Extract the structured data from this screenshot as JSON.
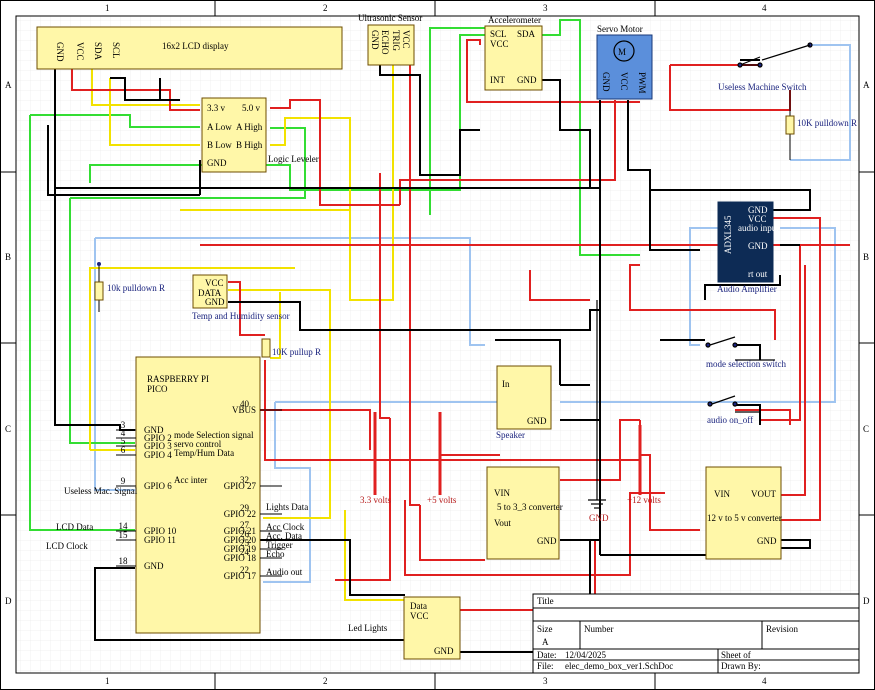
{
  "border": {
    "columns": [
      "1",
      "2",
      "3",
      "4"
    ],
    "rows": [
      "A",
      "B",
      "C",
      "D"
    ]
  },
  "lcd": {
    "title": "16x2 LCD display",
    "pins": [
      "GND",
      "VCC",
      "SDA",
      "SCL"
    ]
  },
  "ultrasonic": {
    "title": "Ultrasonic Sensor",
    "pins": [
      "GND",
      "ECHO",
      "TRIG",
      "VCC"
    ]
  },
  "accelerometer": {
    "title": "Accelerometer",
    "left_pins": [
      "SCL",
      "VCC",
      "INT"
    ],
    "right_pins": [
      "SDA",
      "GND"
    ]
  },
  "servo": {
    "title": "Servo Motor",
    "pins": [
      "GND",
      "VCC",
      "PWM"
    ],
    "symbol": "M"
  },
  "logic_leveler": {
    "title": "Logic Leveler",
    "rows": [
      [
        "3.3 v",
        "5.0 v"
      ],
      [
        "A Low",
        "A High"
      ],
      [
        "B Low",
        "B High"
      ],
      [
        "GND",
        ""
      ]
    ]
  },
  "temp_sensor": {
    "title": "Temp and Humidity sensor",
    "pins": [
      "VCC",
      "DATA",
      "GND"
    ]
  },
  "resistors": {
    "pulldown_left": "10k pulldown R",
    "pullup": "10K pullup R",
    "pulldown_right": "10K pulldown R"
  },
  "audio_amp": {
    "title": "Audio Amplifier",
    "chip": "ADXL345",
    "pins": [
      "GND",
      "VCC",
      "audio input",
      "GND",
      "rt out"
    ]
  },
  "switches": {
    "useless": "Useless Machine Switch",
    "mode": "mode selection switch",
    "audio": "audio on_off"
  },
  "pico": {
    "title_line1": "RASPBERRY PI",
    "title_line2": "PICO",
    "left_pins": [
      {
        "num": "3",
        "name": "GND"
      },
      {
        "num": "4",
        "name": "GPIO 2"
      },
      {
        "num": "5",
        "name": "GPIO 3"
      },
      {
        "num": "6",
        "name": "GPIO 4"
      },
      {
        "num": "9",
        "name": "GPIO 6"
      },
      {
        "num": "14",
        "name": "GPIO 10"
      },
      {
        "num": "15",
        "name": "GPIO 11"
      },
      {
        "num": "18",
        "name": "GND"
      }
    ],
    "right_pins": [
      {
        "num": "40",
        "name": "VBUS"
      },
      {
        "num": "32",
        "name": "GPIO 27"
      },
      {
        "num": "29",
        "name": "GPIO 22"
      },
      {
        "num": "27",
        "name": "GPIO 21"
      },
      {
        "num": "26",
        "name": "GPIO 20"
      },
      {
        "num": "25",
        "name": "GPIO 19"
      },
      {
        "num": "24",
        "name": "GPIO 18"
      },
      {
        "num": "22",
        "name": "GPIO 17"
      }
    ]
  },
  "net_labels": {
    "mode_sel": "mode Selection signal",
    "servo_ctrl": "servo control",
    "temp_hum": "Temp/Hum Data",
    "useless_sig": "Useless Mac. Signal",
    "acc_inter": "Acc inter",
    "lcd_data": "LCD Data",
    "lcd_clock": "LCD Clock",
    "lights_data": "Lights Data",
    "acc_clock": "Acc Clock",
    "acc_data": "Acc. Data",
    "trigger": "Trigger",
    "echo": "Echo",
    "audio_out": "Audio out"
  },
  "power": {
    "v33": "3.3 volts",
    "v5": "+5 volts",
    "gnd": "GND",
    "v12": "+12 volts"
  },
  "speaker": {
    "title": "Speaker",
    "pins": [
      "In",
      "GND"
    ]
  },
  "conv33": {
    "title": "5 to 3_3 converter",
    "pins": [
      "VIN",
      "Vout",
      "GND"
    ]
  },
  "conv5": {
    "title": "12 v to 5 v converter",
    "pins": [
      "VIN",
      "VOUT",
      "GND"
    ]
  },
  "led_lights": {
    "title": "Led Lights",
    "pins": [
      "Data",
      "VCC",
      "GND"
    ]
  },
  "title_block": {
    "title_label": "Title",
    "size_label": "Size",
    "number_label": "Number",
    "revision_label": "Revision",
    "size_value": "A",
    "date_label": "Date:",
    "date_value": "12/04/2025",
    "sheet_label": "Sheet   of",
    "file_label": "File:",
    "file_value": "elec_demo_box_ver1.SchDoc",
    "drawn_label": "Drawn By:"
  }
}
